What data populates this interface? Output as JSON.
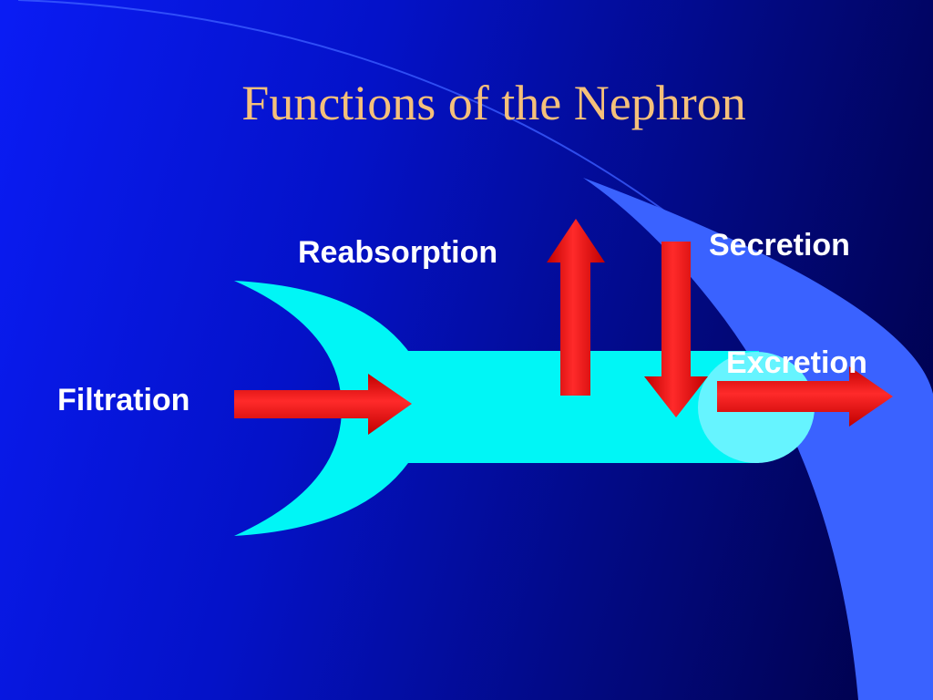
{
  "slide": {
    "title": "Functions of the Nephron",
    "labels": {
      "filtration": "Filtration",
      "reabsorption": "Reabsorption",
      "secretion": "Secretion",
      "excretion": "Excretion"
    }
  },
  "colors": {
    "background_start": "#0a1cf5",
    "background_end": "#000045",
    "decor_band": "#3a62ff",
    "tubule": "#00f6f6",
    "tubule_end": "#66f4ff",
    "arrow": "#ff1010",
    "title": "#f5c07a",
    "label": "#ffffff"
  }
}
